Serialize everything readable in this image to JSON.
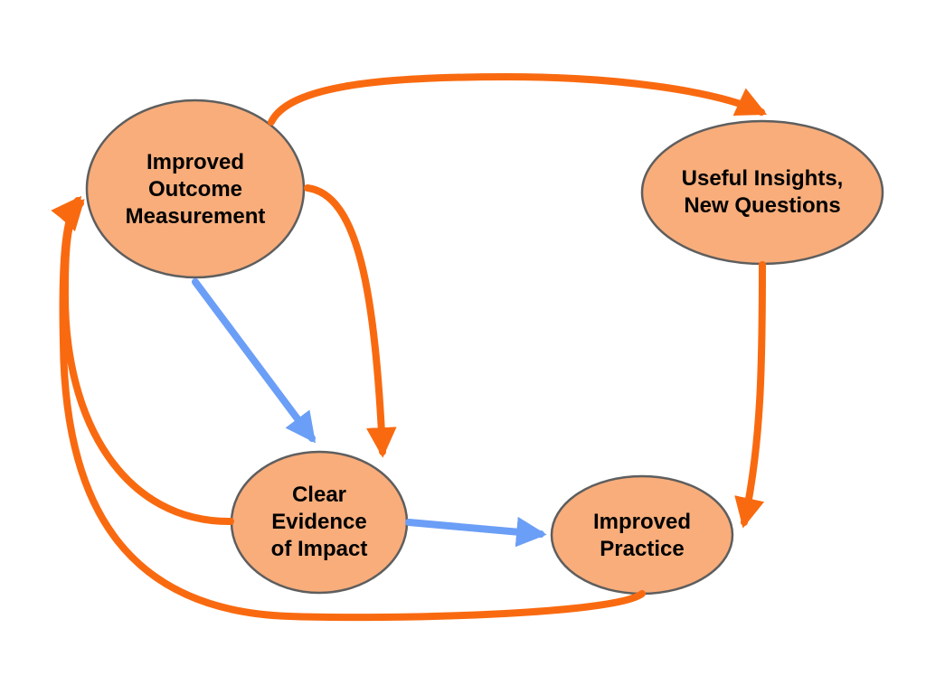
{
  "diagram": {
    "colors": {
      "node_fill": "#f8ad7b",
      "node_stroke": "#5e5e5e",
      "orange_arrow": "#f96a10",
      "blue_arrow": "#6b9ef6"
    },
    "nodes": [
      {
        "id": "measurement",
        "text": "Improved\nOutcome\nMeasurement"
      },
      {
        "id": "insights",
        "text": "Useful Insights,\nNew Questions"
      },
      {
        "id": "evidence",
        "text": "Clear\nEvidence\nof Impact"
      },
      {
        "id": "practice",
        "text": "Improved\nPractice"
      }
    ],
    "edges": [
      {
        "from": "measurement",
        "to": "insights",
        "color": "orange"
      },
      {
        "from": "measurement",
        "to": "evidence",
        "color": "orange"
      },
      {
        "from": "measurement",
        "to": "evidence",
        "color": "blue"
      },
      {
        "from": "insights",
        "to": "practice",
        "color": "orange"
      },
      {
        "from": "evidence",
        "to": "practice",
        "color": "blue"
      },
      {
        "from": "evidence",
        "to": "measurement",
        "color": "orange"
      },
      {
        "from": "practice",
        "to": "measurement",
        "color": "orange"
      }
    ]
  }
}
